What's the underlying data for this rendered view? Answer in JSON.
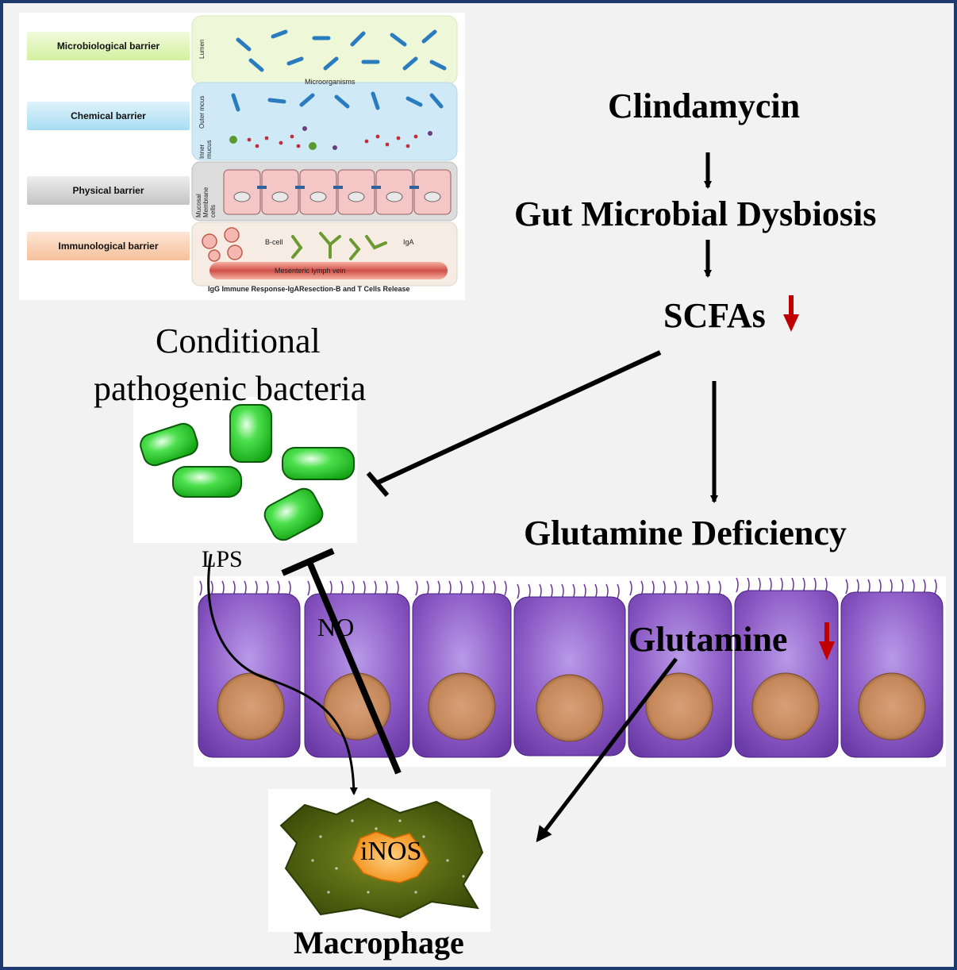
{
  "barrier_panel": {
    "rows": [
      {
        "label": "Microbiological barrier",
        "side_label": "Lumen",
        "color": "#e6f6c8"
      },
      {
        "label": "Chemical barrier",
        "side_label": "Outer mcus",
        "side_label_2": "Inner mucus",
        "color": "#c6e8f6"
      },
      {
        "label": "Physical barrier",
        "side_label": "Mucosal Membrane cells",
        "color": "#d6d6d6"
      },
      {
        "label": "Immunological barrier",
        "side_label": "",
        "color": "#f9d0b3"
      }
    ],
    "microorganisms_label": "Microorganisms",
    "bcell_label": "B-cell",
    "iga_label": "IgA",
    "lymph_label": "Mesenteric lymph vein",
    "footer": "IgG  Immune Response-IgAResection-B and T Cells Release"
  },
  "flow": {
    "clindamycin": "Clindamycin",
    "dysbiosis": "Gut Microbial Dysbiosis",
    "scfas": "SCFAs",
    "glutamine_deficiency": "Glutamine Deficiency",
    "glutamine": "Glutamine"
  },
  "labels": {
    "bacteria_line1": "Conditional",
    "bacteria_line2": "pathogenic bacteria",
    "lps": "LPS",
    "no": "NO",
    "inos": "iNOS",
    "macrophage": "Macrophage"
  },
  "colors": {
    "border": "#1e3a6e",
    "down_arrow": "#c00000",
    "bacteria": "#22cc22",
    "cell": "#8e5cc6",
    "nucleus": "#c4875a",
    "macrophage": "#4a5a12",
    "inos": "#f08a10"
  }
}
